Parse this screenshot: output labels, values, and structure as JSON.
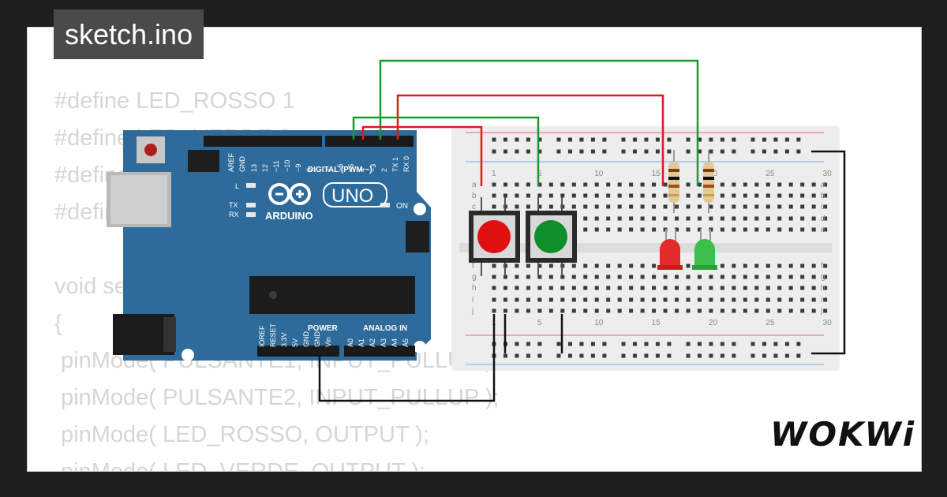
{
  "tab": {
    "title": "sketch.ino"
  },
  "code": {
    "lines": [
      "#define LED_ROSSO 1",
      "#define LED_VERDE 2",
      "#define PULSANTE1 3",
      "#define PULSANTE2 4",
      "",
      "void setup()",
      "{",
      " pinMode( PULSANTE1, INPUT_PULLUP );",
      " pinMode( PULSANTE2, INPUT_PULLUP );",
      " pinMode( LED_ROSSO, OUTPUT );",
      " pinMode( LED_VERDE, OUTPUT );"
    ]
  },
  "logo": {
    "text": "WOKWi"
  },
  "arduino": {
    "brand": "ARDUINO",
    "model": "UNO",
    "digital_label": "DIGITAL (PWM ~)",
    "power_label": "POWER",
    "analog_label": "ANALOG IN",
    "on_label": "ON",
    "led_l": "L",
    "led_tx": "TX",
    "led_rx": "RX",
    "top_pins": [
      "AREF",
      "GND",
      "13",
      "12",
      "~11",
      "~10",
      "~9",
      "8",
      "7",
      "~6",
      "~5",
      "4",
      "~3",
      "2",
      "TX 1",
      "RX 0"
    ],
    "power_pins": [
      "IOREF",
      "RESET",
      "3.3V",
      "5V",
      "GND",
      "GND",
      "Vin"
    ],
    "analog_pins": [
      "A0",
      "A1",
      "A2",
      "A3",
      "A4",
      "A5"
    ]
  },
  "breadboard": {
    "col_numbers": [
      "1",
      "5",
      "10",
      "15",
      "20",
      "25",
      "30"
    ],
    "rows_top": [
      "a",
      "b",
      "c",
      "d",
      "e"
    ],
    "rows_bottom": [
      "f",
      "g",
      "h",
      "i",
      "j"
    ]
  },
  "colors": {
    "wire_red": "#e3191c",
    "wire_green": "#1a9c34",
    "wire_black": "#111111",
    "board_blue": "#2e6b9a",
    "button_red": "#e01010",
    "button_green": "#0f8f2a"
  }
}
